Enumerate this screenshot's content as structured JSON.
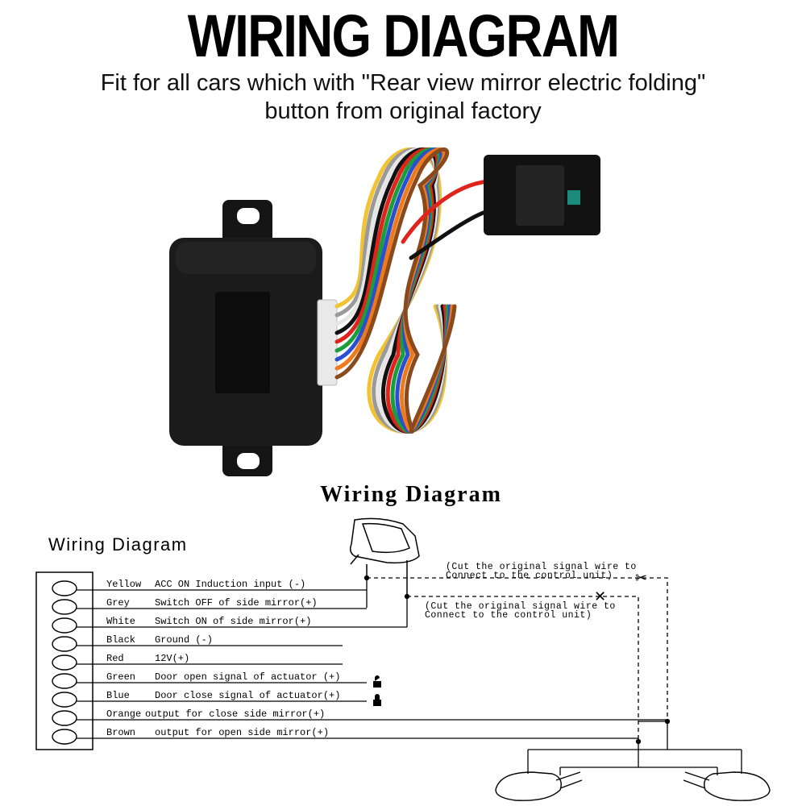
{
  "header": {
    "title": "WIRING DIAGRAM",
    "subtitle_line1": "Fit for all cars which with \"Rear view mirror electric folding\"",
    "subtitle_line2": "button from original factory"
  },
  "diagram": {
    "heading": "Wiring Diagram",
    "panel_heading": "Wiring Diagram",
    "cut_note_1_line1": "(Cut the original signal wire to",
    "cut_note_1_line2": "Connect to the control unit)",
    "cut_note_2_line1": "(Cut the original signal wire to",
    "cut_note_2_line2": "Connect to the control unit)",
    "wires": [
      {
        "color": "Yellow",
        "function": "ACC ON Induction input (-)"
      },
      {
        "color": "Grey",
        "function": "Switch OFF of side mirror(+)"
      },
      {
        "color": "White",
        "function": "Switch ON of side mirror(+)"
      },
      {
        "color": "Black",
        "function": "Ground (-)"
      },
      {
        "color": "Red",
        "function": "12V(+)"
      },
      {
        "color": "Green",
        "function": "Door open signal of actuator (+)"
      },
      {
        "color": "Blue",
        "function": "Door close signal of actuator(+)"
      },
      {
        "color": "Orange",
        "function": "output for close side mirror(+)"
      },
      {
        "color": "Brown",
        "function": "output for open side mirror(+)"
      }
    ]
  },
  "product": {
    "harness_colors": [
      "#f2c230",
      "#9a9a9a",
      "#f4f4f4",
      "#111111",
      "#e0241c",
      "#1a9e3c",
      "#2a4fd0",
      "#f07a1a",
      "#8a4a1c"
    ]
  }
}
